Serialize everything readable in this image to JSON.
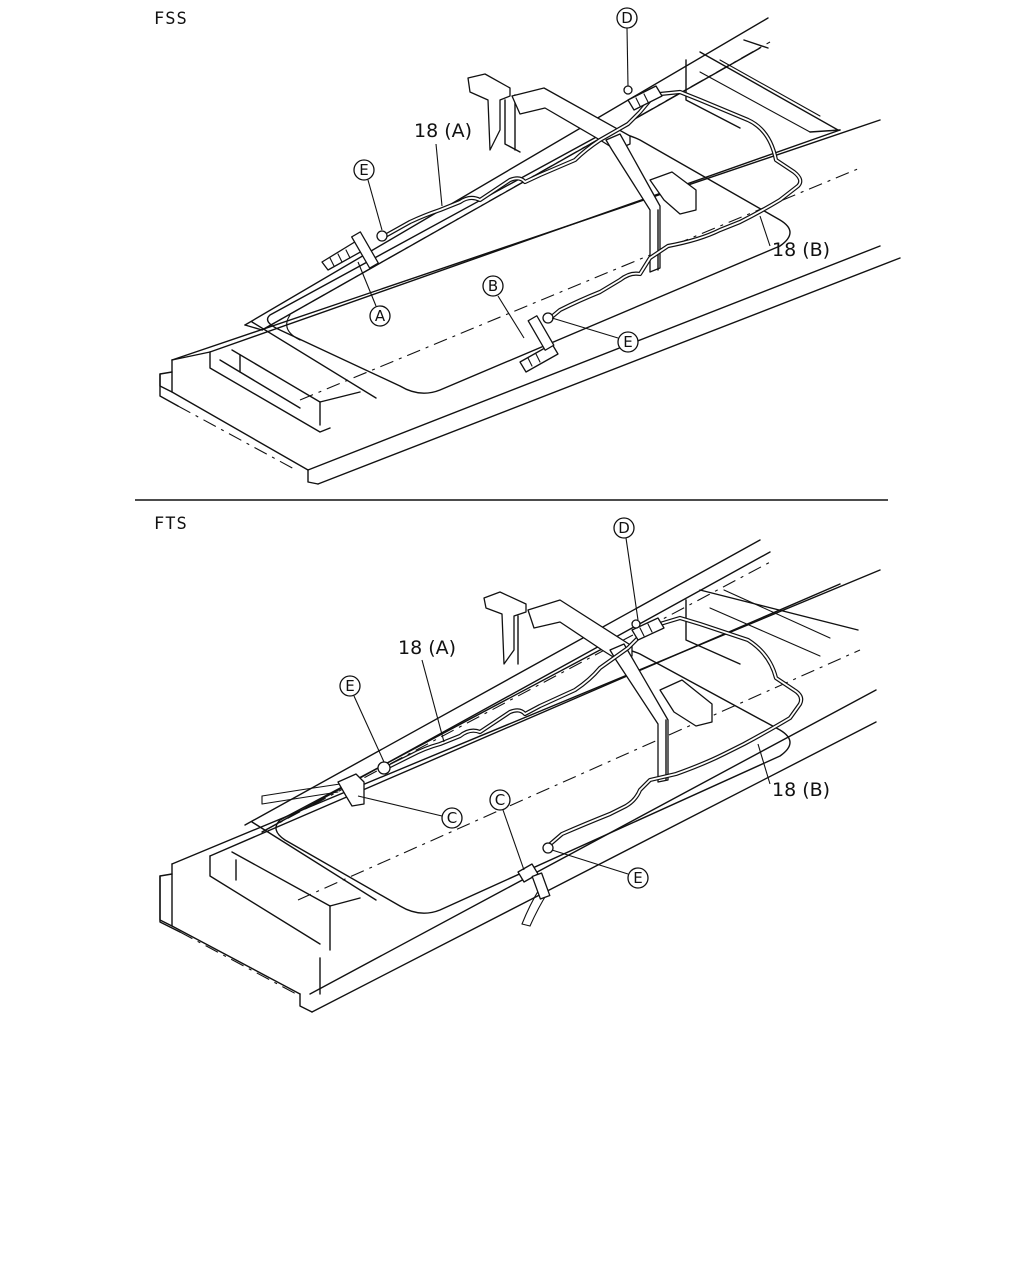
{
  "sections": [
    {
      "title": "FSS",
      "callouts": [
        "D",
        "E",
        "A",
        "B",
        "E"
      ],
      "pipe_labels": [
        "18 (A)",
        "18 (B)"
      ]
    },
    {
      "title": "FTS",
      "callouts": [
        "D",
        "E",
        "C",
        "C",
        "E"
      ],
      "pipe_labels": [
        "18 (A)",
        "18 (B)"
      ]
    }
  ]
}
